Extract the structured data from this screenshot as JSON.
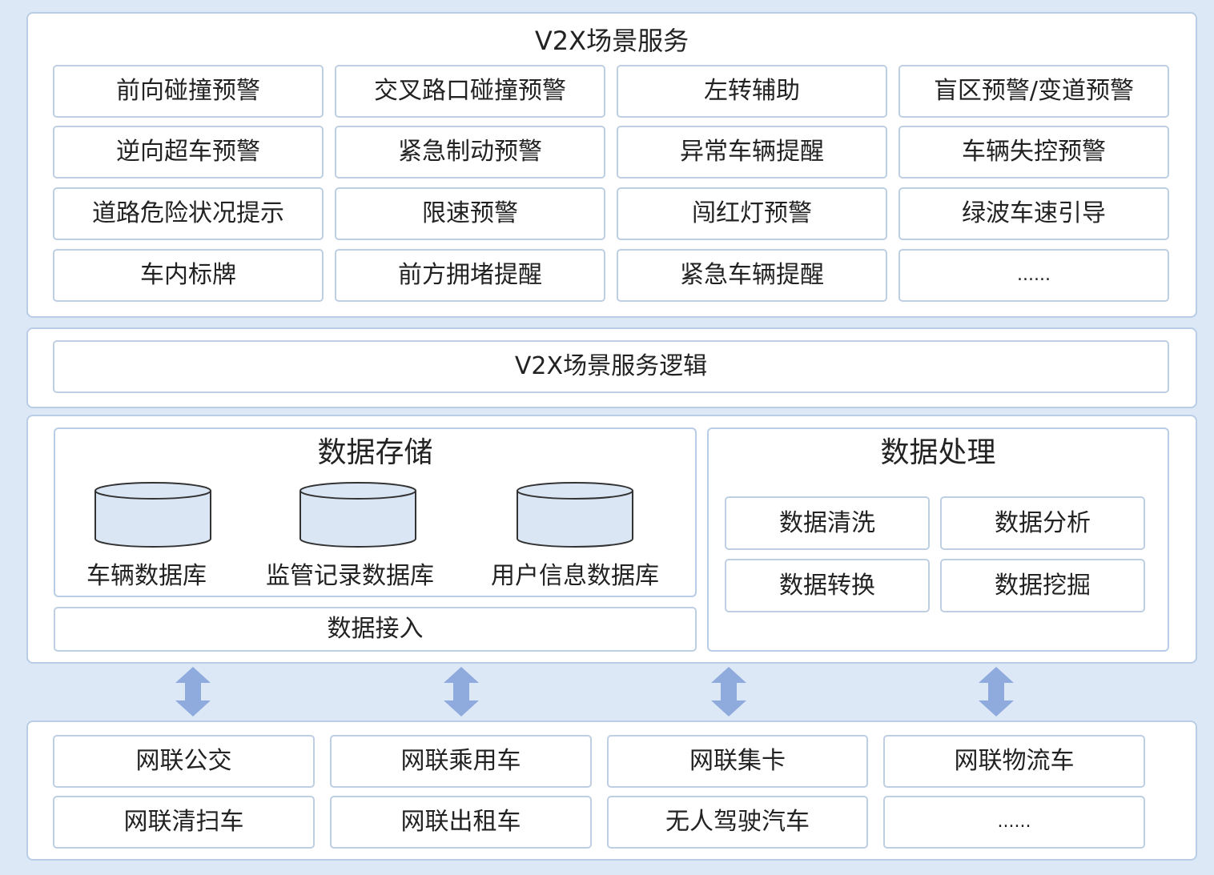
{
  "top": {
    "title": "V2X场景服务",
    "services": [
      "前向碰撞预警",
      "交叉路口碰撞预警",
      "左转辅助",
      "盲区预警/变道预警",
      "逆向超车预警",
      "紧急制动预警",
      "异常车辆提醒",
      "车辆失控预警",
      "道路危险状况提示",
      "限速预警",
      "闯红灯预警",
      "绿波车速引导",
      "车内标牌",
      "前方拥堵提醒",
      "紧急车辆提醒",
      "......"
    ]
  },
  "logic": {
    "label": "V2X场景服务逻辑"
  },
  "storage": {
    "title": "数据存储",
    "databases": [
      "车辆数据库",
      "监管记录数据库",
      "用户信息数据库"
    ],
    "access_label": "数据接入"
  },
  "processing": {
    "title": "数据处理",
    "items": [
      "数据清洗",
      "数据分析",
      "数据转换",
      "数据挖掘"
    ]
  },
  "vehicles": {
    "items": [
      "网联公交",
      "网联乘用车",
      "网联集卡",
      "网联物流车",
      "网联清扫车",
      "网联出租车",
      "无人驾驶汽车",
      "......"
    ]
  },
  "colors": {
    "background": "#dce8f6",
    "border": "#bfcfe3",
    "arrow": "#8faadc",
    "db_fill": "#dae6f4"
  }
}
